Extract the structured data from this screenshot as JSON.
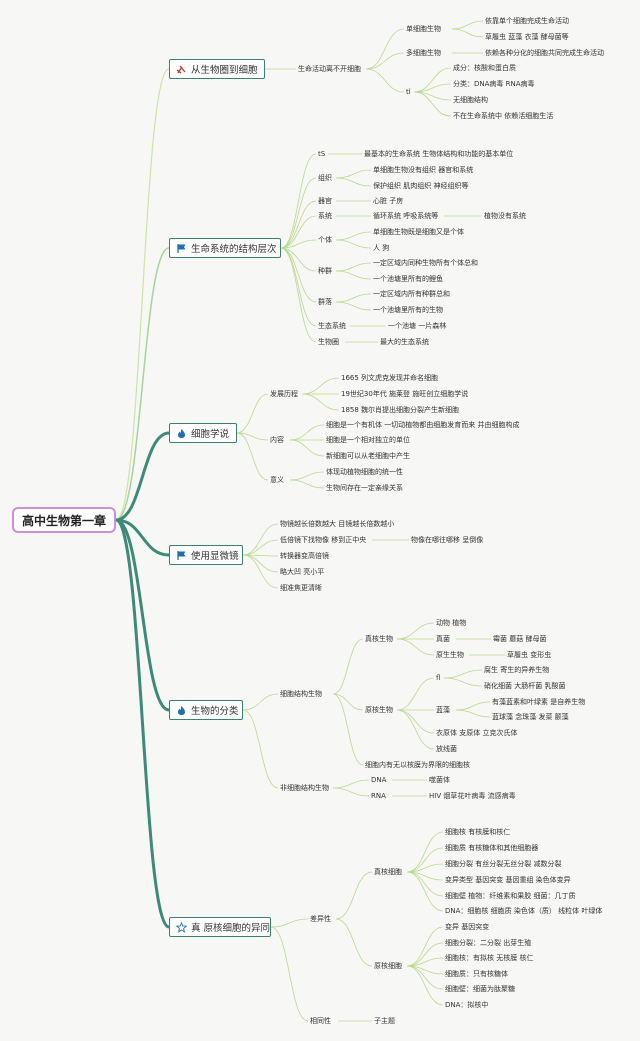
{
  "root": "高中生物第一章",
  "colors": {
    "root_border": "#cf8ed9",
    "node_border": "#3d7f6e",
    "branch": "#3d8a78",
    "leaf_line": "#b8d98c",
    "icon_red": "#c0392b",
    "icon_blue": "#1f6fb2"
  },
  "b1": {
    "title": "从生物圈到细胞",
    "icon": "bio-icon",
    "n1": "生命活动离不开细胞",
    "a": "单细胞生物",
    "a1": "依靠单个细胞完成生命活动",
    "a2": "草履虫 蓝藻 衣藻 酵母菌等",
    "b": "多细胞生物",
    "b1": "依赖各种分化的细胞共同完成生命活动",
    "c": "tl",
    "c1": "成分：核酸和蛋白质",
    "c2": "分类：DNA病毒 RNA病毒",
    "c3": "无细胞结构",
    "c4": "不在生命系统中 依赖活细胞生活"
  },
  "b2": {
    "title": "生命系统的结构层次",
    "icon": "flag-icon",
    "r1": "tS",
    "r1a": "最基本的生命系统 生物体结构和功能的基本单位",
    "r2": "组织",
    "r2a": "单细胞生物没有组织 器官和系统",
    "r2b": "保护组织 肌肉组织 神经组织等",
    "r3": "器官",
    "r3a": "心脏 子房",
    "r4": "系统",
    "r4a": "循环系统 呼吸系统等",
    "r4b": "植物没有系统",
    "r5": "个体",
    "r5a": "单细胞生物既是细胞又是个体",
    "r5b": "人 狗",
    "r6": "种群",
    "r6a": "一定区域内同种生物所有个体总和",
    "r6b": "一个池塘里所有的鲤鱼",
    "r7": "群落",
    "r7a": "一定区域内所有种群总和",
    "r7b": "一个池塘里所有的生物",
    "r8": "生态系统",
    "r8a": "一个池塘 一片森林",
    "r9": "生物圈",
    "r9a": "最大的生态系统"
  },
  "b3": {
    "title": "细胞学说",
    "icon": "fire-icon",
    "h": "发展历程",
    "h1": "1665 列文虎克发现并命名细胞",
    "h2": "19世纪30年代 施莱登 施旺创立细胞学说",
    "h3": "1858 魏尔肖提出细胞分裂产生新细胞",
    "c": "内容",
    "c1": "细胞是一个有机体 一切动植物都由细胞发育而来 并由细胞构成",
    "c2": "细胞是一个相对独立的单位",
    "c3": "新细胞可以从老细胞中产生",
    "m": "意义",
    "m1": "体现动植物细胞的统一性",
    "m2": "生物间存在一定亲缘关系"
  },
  "b4": {
    "title": "使用显微镜",
    "icon": "flag-icon",
    "l1": "物镜越长倍数越大 目镜越长倍数越小",
    "l2": "低倍镜下找物像 移到正中央",
    "l2a": "物像在哪往哪移 呈倒像",
    "l3": "转换器变高倍镜",
    "l4": "略大凹 亮小平",
    "l5": "细准焦更清晰"
  },
  "b5": {
    "title": "生物的分类",
    "icon": "fire-icon",
    "cell": "细胞结构生物",
    "eu": "真核生物",
    "eu1": "动物 植物",
    "eu2": "真菌",
    "eu2a": "霉菌 蘑菇 酵母菌",
    "eu3": "原生生物",
    "eu3a": "草履虫 变形虫",
    "pro": "原核生物",
    "fl": "fl",
    "fl1": "腐生 寄生的异养生物",
    "fl2": "硝化细菌 大肠杆菌 乳酸菌",
    "lz": "蓝藻",
    "lz1": "有藻蓝素和叶绿素 是自养生物",
    "lz2": "蓝球藻 念珠藻 发菜 颤藻",
    "p3": "衣原体 支原体 立克次氏体",
    "p4": "放线菌",
    "note": "细胞内有无以核膜为界限的细胞核",
    "non": "非细胞结构生物",
    "dna": "DNA",
    "dna1": "噬菌体",
    "rna": "RNA",
    "rna1": "HIV 烟草花叶病毒 流感病毒"
  },
  "b6": {
    "title": "真 原核细胞的异同",
    "icon": "star-icon",
    "diff": "差异性",
    "e": "真核细胞",
    "e1": "细胞核 有核膜和核仁",
    "e2": "细胞质 有核糖体和其他细胞器",
    "e3": "细胞分裂 有丝分裂无丝分裂 减数分裂",
    "e4": "变异类型 基因突变 基因重组 染色体变异",
    "e5": "细胞壁 植物：纤维素和果胶 细菌：几丁质",
    "e6": "DNA：细胞核 细胞质 染色体（质） 线粒体 叶绿体",
    "p": "原核细胞",
    "p1": "变异 基因突变",
    "p2": "细胞分裂：二分裂 出芽生殖",
    "p3": "细胞核：有拟核 无核膜 核仁",
    "p4": "细胞质：只有核糖体",
    "p5": "细胞壁：细菌为肽聚糖",
    "p6": "DNA：拟核中",
    "same": "相同性",
    "same1": "子主题"
  }
}
